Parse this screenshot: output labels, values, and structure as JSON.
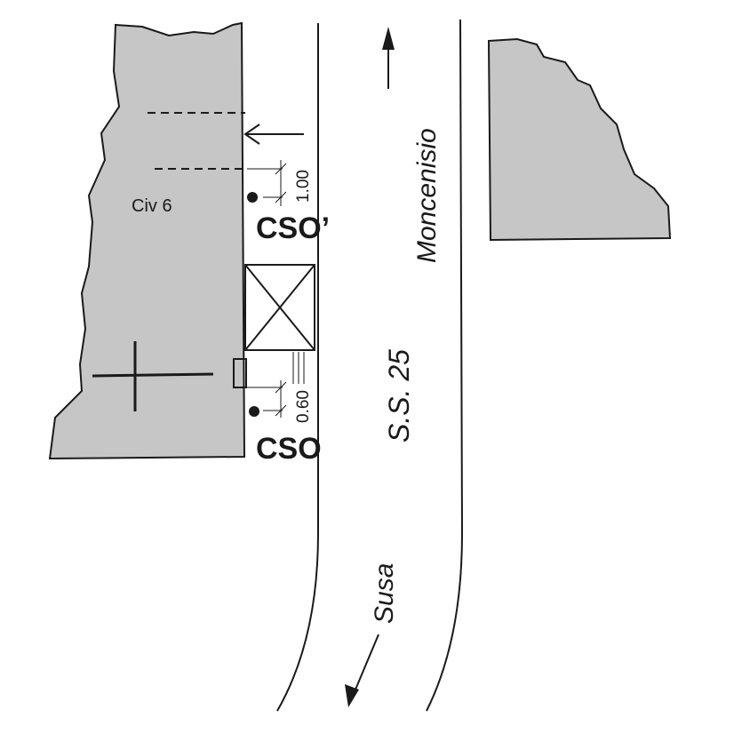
{
  "labels": {
    "civ": "Civ 6",
    "cso_top": "CSO’",
    "cso_bottom": "CSO",
    "dim_top": "1.00",
    "dim_bottom": "0.60",
    "road_north": "Moncenisio",
    "road_name": "S.S. 25",
    "road_south": "Susa"
  },
  "colors": {
    "building_fill": "#c6c6c6",
    "line": "#1a1a1a",
    "background": "#ffffff"
  }
}
